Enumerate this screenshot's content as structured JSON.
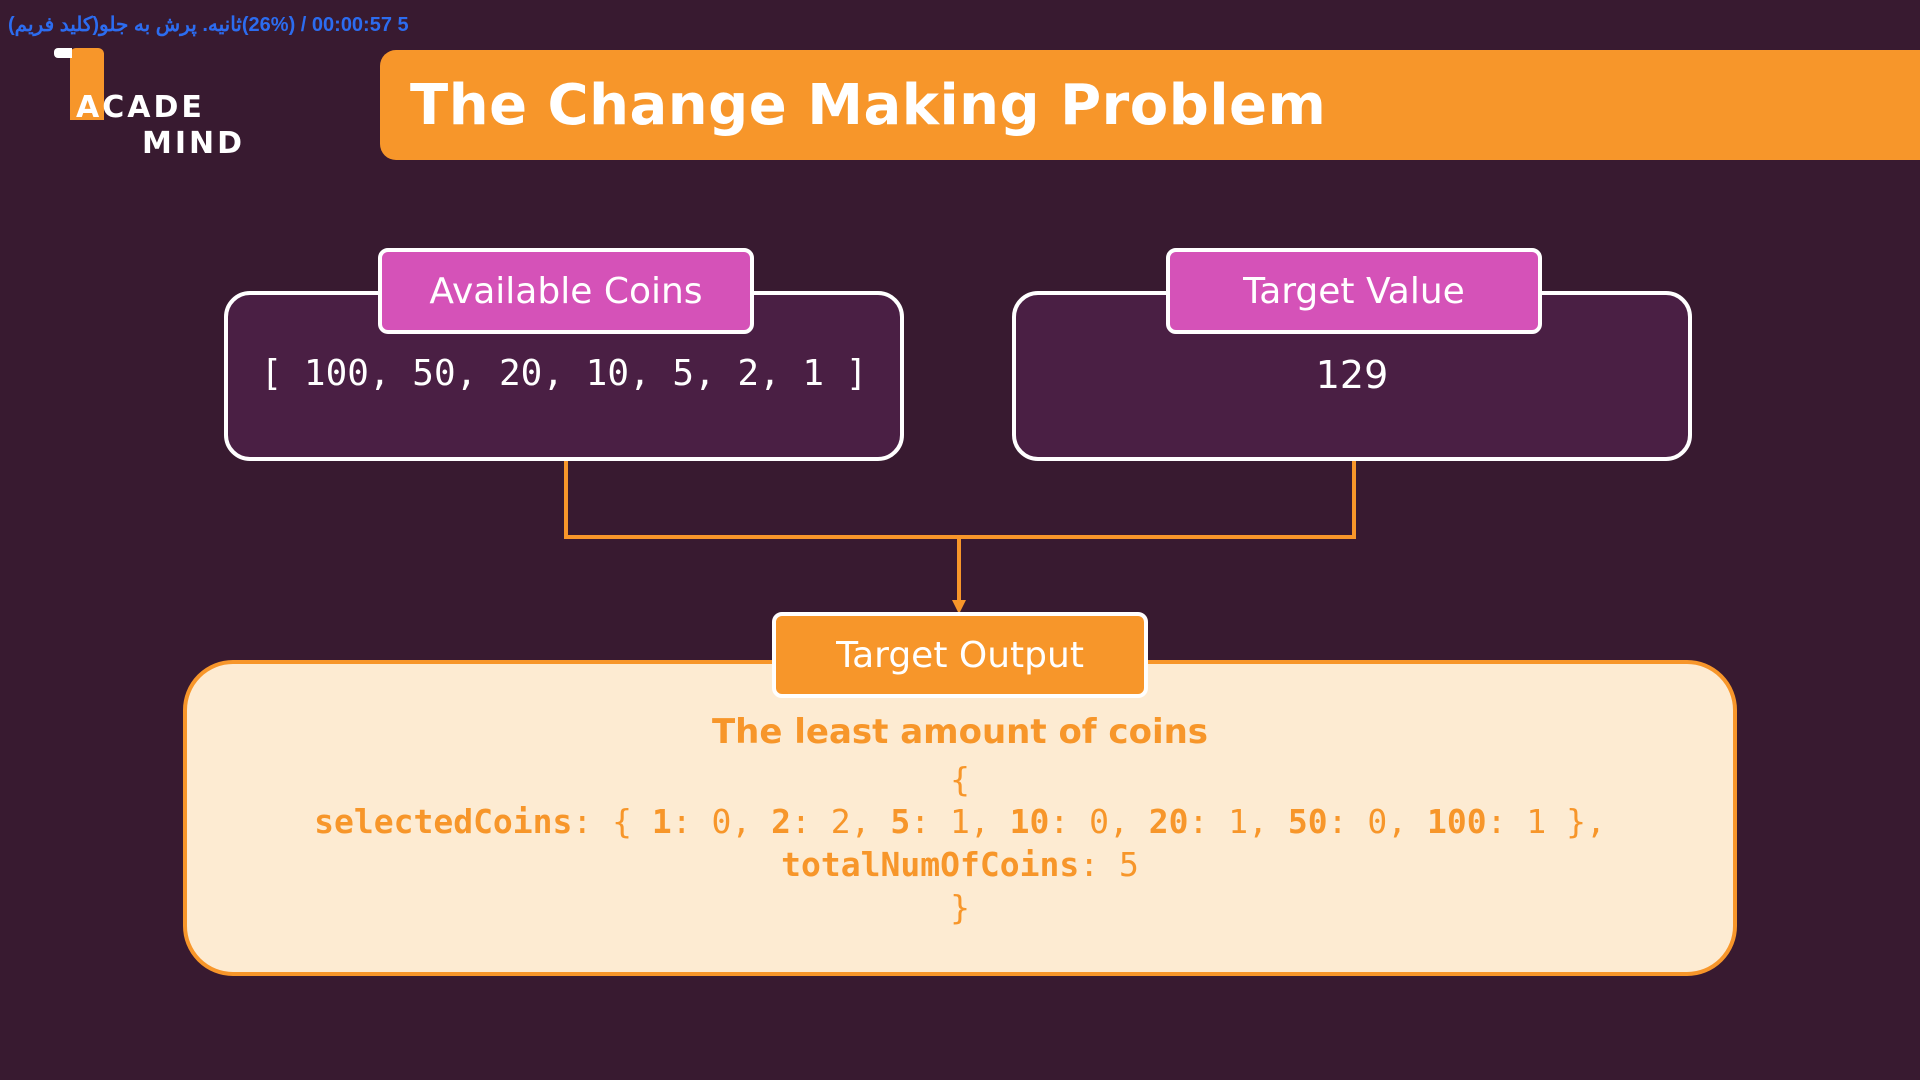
{
  "overlay": {
    "timestamp": "5 00:00:57 / (26%)ثانیه. پرش به جلو(کلید فریم)"
  },
  "logo": {
    "line1": "ACADE",
    "line2": "MIND"
  },
  "title": "The Change Making Problem",
  "available_coins": {
    "label": "Available Coins",
    "value": "[ 100, 50, 20, 10, 5, 2, 1 ]"
  },
  "target_value": {
    "label": "Target Value",
    "value": "129"
  },
  "target_output": {
    "label": "Target Output",
    "subtitle": "The least amount of coins",
    "open_brace": "{",
    "selected_key": "selectedCoins",
    "selected_pairs": [
      {
        "key": "1",
        "value": "0"
      },
      {
        "key": "2",
        "value": "2"
      },
      {
        "key": "5",
        "value": "1"
      },
      {
        "key": "10",
        "value": "0"
      },
      {
        "key": "20",
        "value": "1"
      },
      {
        "key": "50",
        "value": "0"
      },
      {
        "key": "100",
        "value": "1"
      }
    ],
    "total_key": "totalNumOfCoins",
    "total_value": "5",
    "close_brace": "}"
  },
  "colors": {
    "background": "#381a30",
    "accent_orange": "#f7962a",
    "accent_pink": "#d552b8",
    "box_fill": "#4a1f44",
    "output_fill": "#fdebd2"
  }
}
